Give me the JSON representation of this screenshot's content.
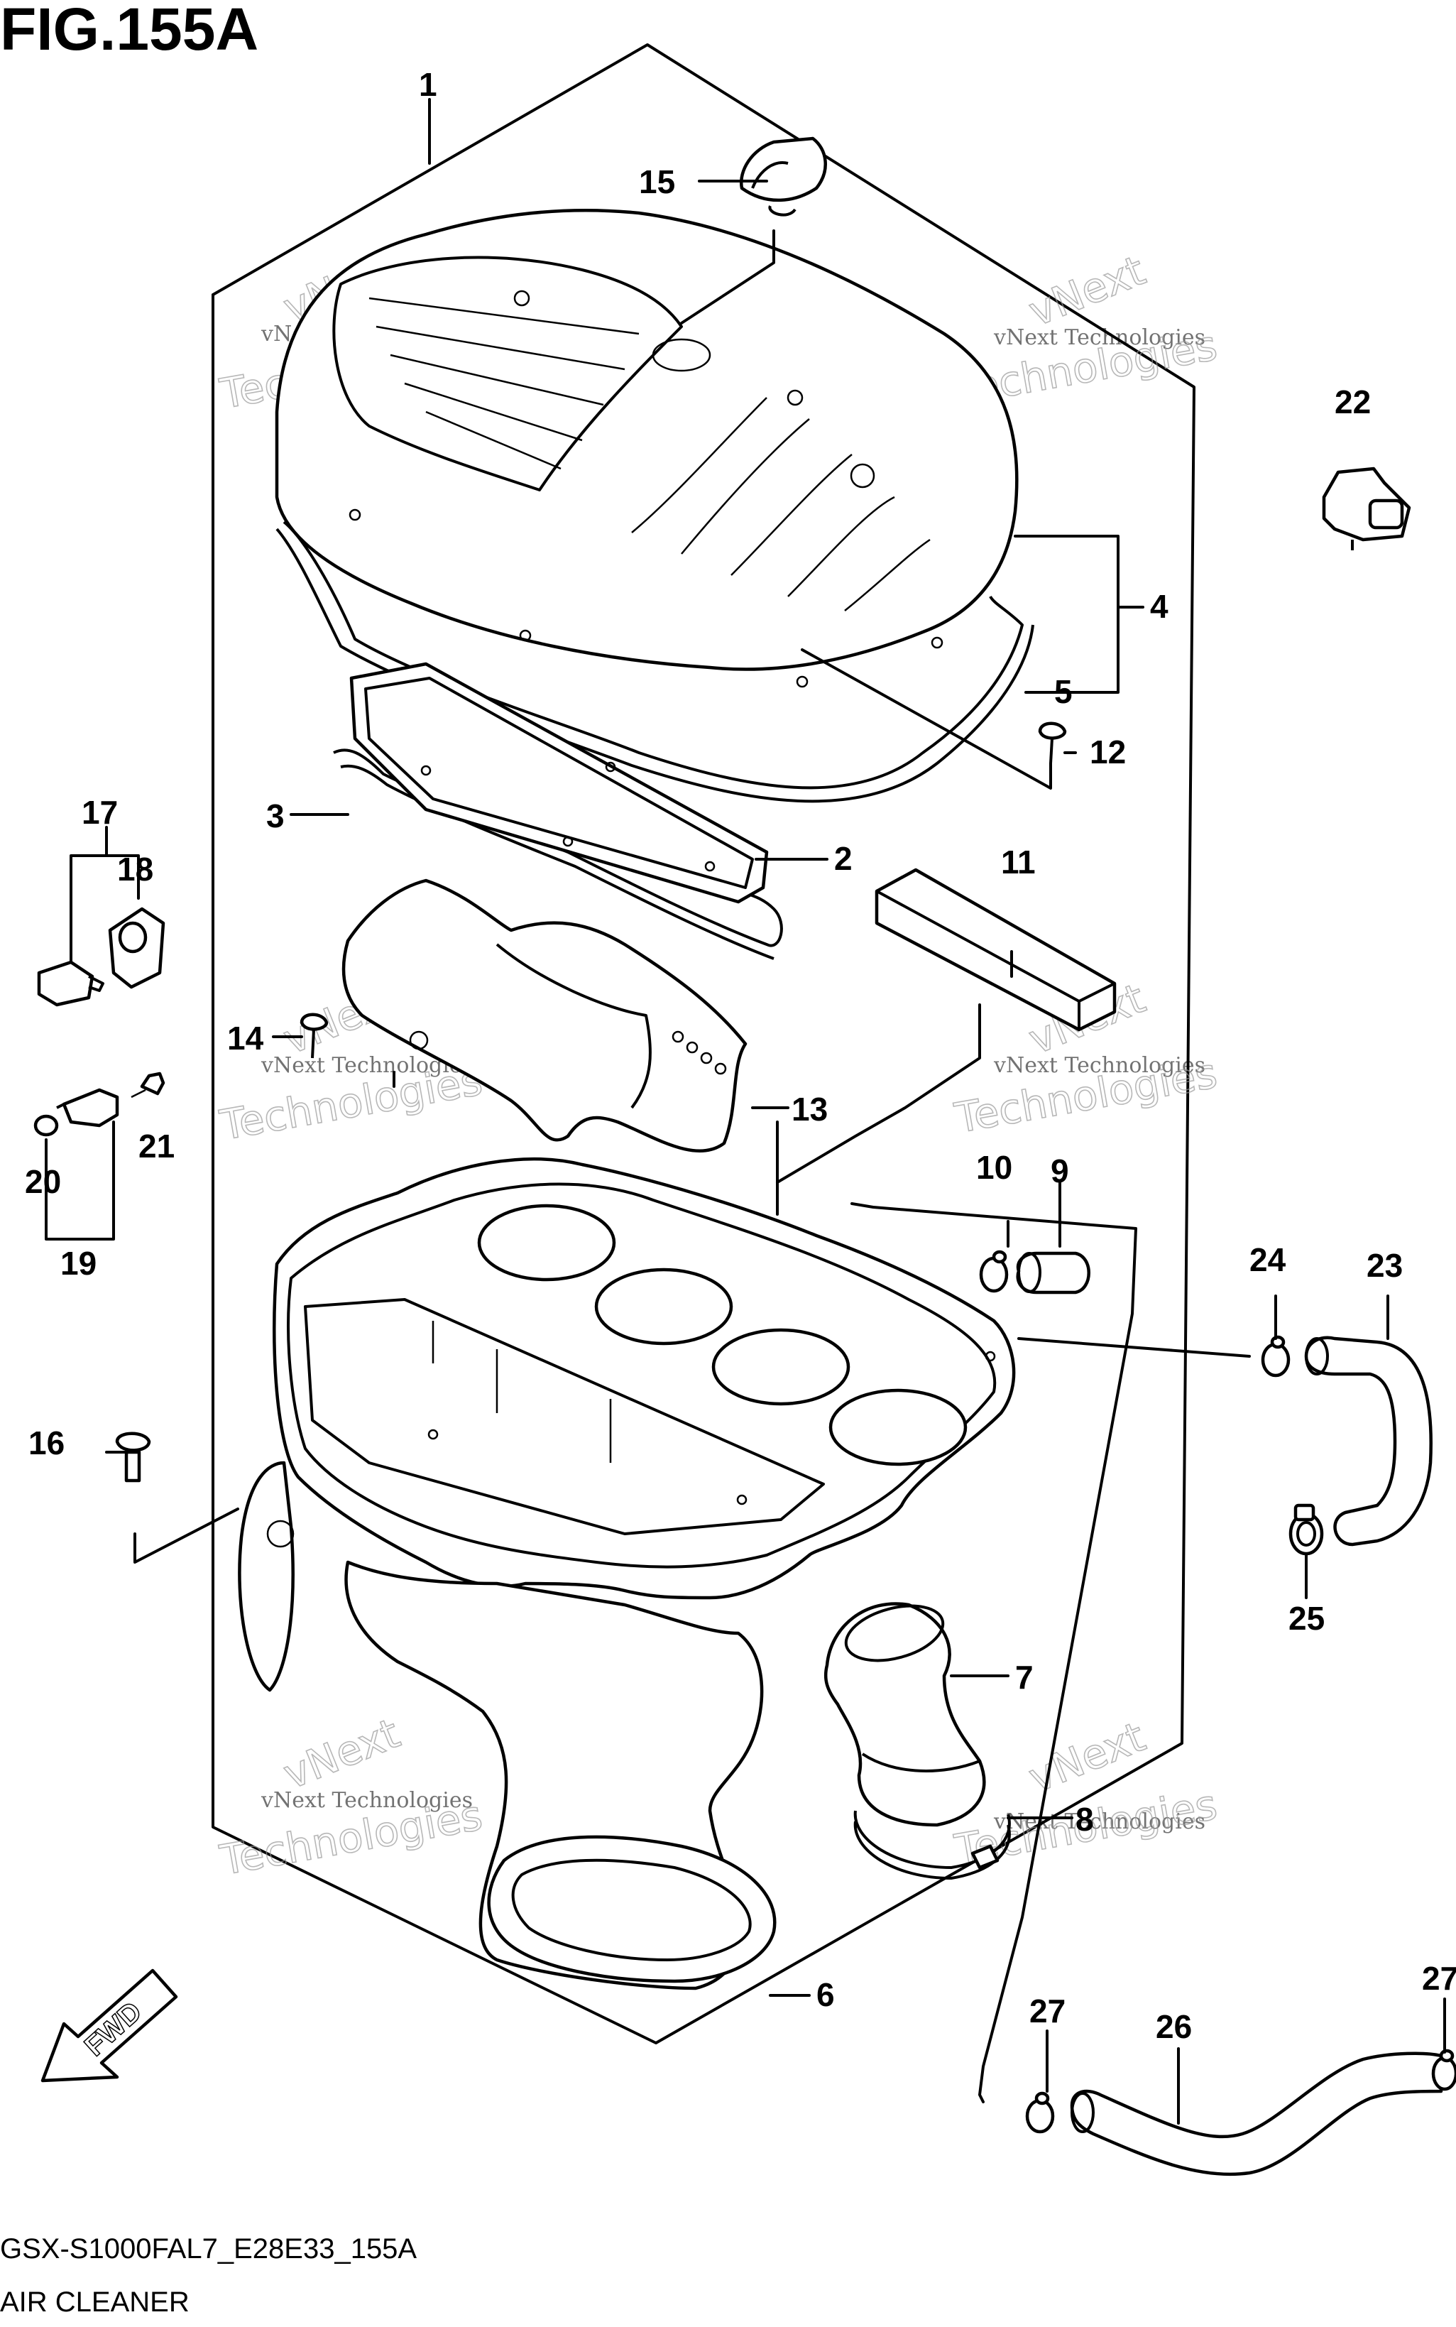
{
  "figure": {
    "title": "FIG.155A",
    "code": "GSX-S1000FAL7_E28E33_155A",
    "name": "AIR CLEANER"
  },
  "watermark": {
    "line1": "vNext Technologies",
    "line2": "vNext",
    "line3": "Technologies"
  },
  "fwd_label": "FWD",
  "callouts": [
    "1",
    "2",
    "3",
    "4",
    "5",
    "6",
    "7",
    "8",
    "9",
    "10",
    "11",
    "12",
    "13",
    "14",
    "15",
    "16",
    "17",
    "18",
    "19",
    "20",
    "21",
    "22",
    "23",
    "24",
    "25",
    "26",
    "27",
    "27"
  ]
}
